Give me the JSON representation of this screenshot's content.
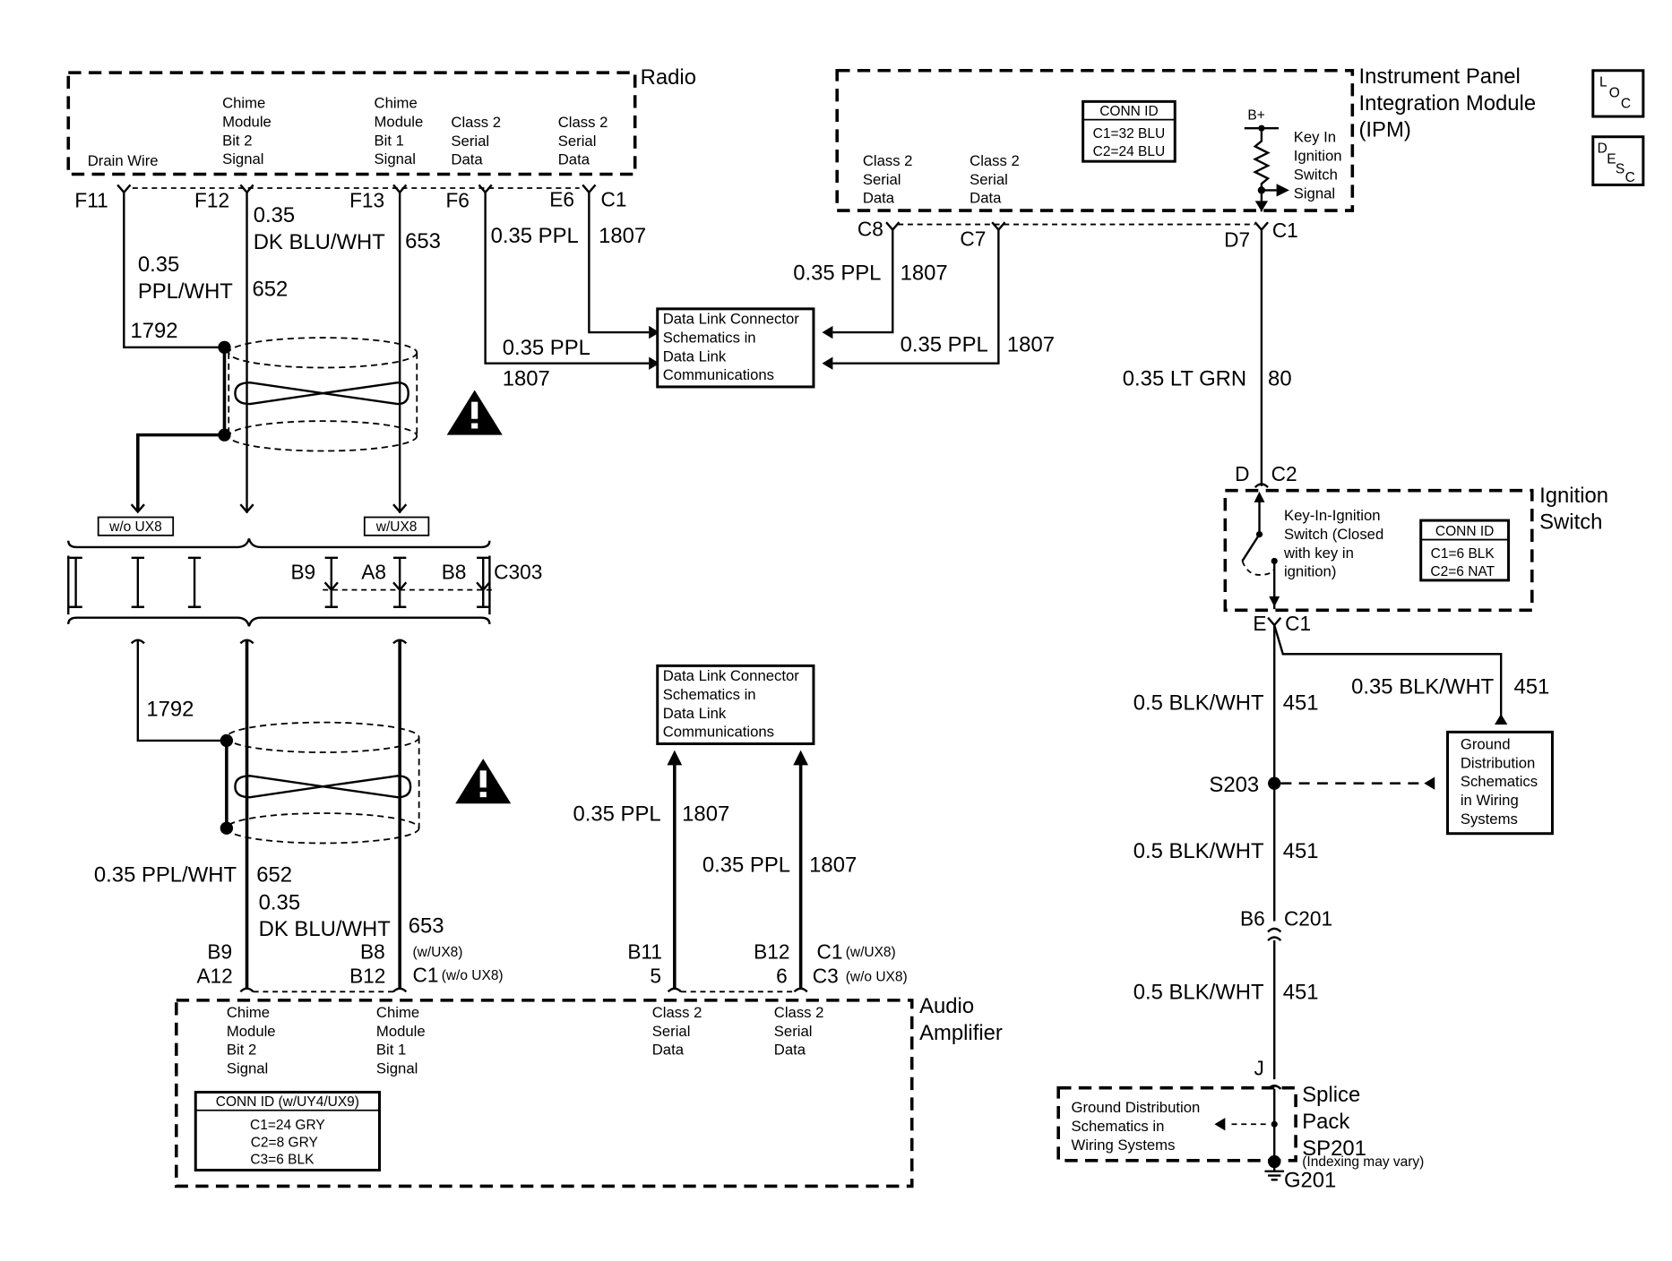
{
  "components": {
    "radio": {
      "title": "Radio",
      "pins": [
        "Drain Wire",
        "Chime\nModule\nBit 2\nSignal",
        "Chime\nModule\nBit 1\nSignal",
        "Class 2\nSerial\nData",
        "Class 2\nSerial\nData"
      ]
    },
    "ipm": {
      "title": "Instrument Panel\nIntegration Module\n(IPM)",
      "pins": [
        "Class 2\nSerial\nData",
        "Class 2\nSerial\nData"
      ],
      "conn_id_header": "CONN ID",
      "conn_id": [
        "C1=32 BLU",
        "C2=24 BLU"
      ],
      "bplus": "B+",
      "key_signal": "Key In\nIgnition\nSwitch\nSignal"
    },
    "ignition": {
      "title": "Ignition\nSwitch",
      "switch_desc": "Key-In-Ignition\nSwitch (Closed\nwith key in\nignition)",
      "conn_id_header": "CONN ID",
      "conn_id": [
        "C1=6 BLK",
        "C2=6 NAT"
      ]
    },
    "amplifier": {
      "title": "Audio\nAmplifier",
      "pins": [
        "Chime\nModule\nBit 2\nSignal",
        "Chime\nModule\nBit 1\nSignal",
        "Class 2\nSerial\nData",
        "Class 2\nSerial\nData"
      ],
      "conn_id_header": "CONN ID  (w/UY4/UX9)",
      "conn_id": [
        "C1=24 GRY",
        "C2=8 GRY",
        "C3=6 BLK"
      ]
    },
    "splice": {
      "title": "Splice\nPack\nSP201",
      "note": "(Indexing may vary)",
      "ground_ref": "Ground Distribution\nSchematics in\nWiring Systems",
      "ground": "G201"
    }
  },
  "ref_boxes": {
    "dlc_top": "Data Link Connector\nSchematics in\nData Link\nCommunications",
    "dlc_bottom": "Data Link Connector\nSchematics in\nData Link\nCommunications",
    "ground_dist": "Ground\nDistribution\nSchematics\nin Wiring\nSystems"
  },
  "nav_icons": [
    "LOC",
    "DESC"
  ],
  "options": {
    "wo_ux8": "w/o UX8",
    "w_ux8": "w/UX8"
  },
  "labels": {
    "F11": "F11",
    "F12": "F12",
    "F13": "F13",
    "F6": "F6",
    "E6": "E6",
    "C1_radio": "C1",
    "r_ppl_wht_1": "0.35\nPPL/WHT",
    "r_652": "652",
    "r_1792": "1792",
    "r_dkblu_1": "0.35\nDK BLU/WHT",
    "r_653": "653",
    "r_ppl_e6": "0.35 PPL",
    "r_1807_e6": "1807",
    "r_ppl_f6": "0.35 PPL",
    "r_1807_f6": "1807",
    "C8": "C8",
    "C7": "C7",
    "D7": "D7",
    "C1_ipm": "C1",
    "ipm_ppl_c8": "0.35 PPL",
    "ipm_1807_c8": "1807",
    "ipm_ppl_c7": "0.35 PPL",
    "ipm_1807_c7": "1807",
    "lt_grn": "0.35 LT GRN",
    "w80": "80",
    "D_c2": "D",
    "C2": "C2",
    "E_c1": "E",
    "C1_ign": "C1",
    "blk_wht_1": "0.5 BLK/WHT",
    "w451_1": "451",
    "blk_wht_branch": "0.35 BLK/WHT",
    "w451_branch": "451",
    "S203": "S203",
    "blk_wht_2": "0.5 BLK/WHT",
    "w451_2": "451",
    "B6": "B6",
    "C201": "C201",
    "blk_wht_3": "0.5 BLK/WHT",
    "w451_3": "451",
    "J": "J",
    "B9_c303": "B9",
    "A8_c303": "A8",
    "B8_c303": "B8",
    "C303": "C303",
    "l_1792": "1792",
    "l_ppl_wht": "0.35 PPL/WHT",
    "l_652": "652",
    "l_dkblu": "0.35\nDK BLU/WHT",
    "l_653": "653",
    "B9_amp": "B9",
    "A12_amp": "A12",
    "B8_amp": "B8",
    "B12_amp": "B12",
    "c1_w_ux8_amp": "(w/UX8)",
    "C1_amp": "C1",
    "c1_wo_ux8_amp": "(w/o UX8)",
    "B11": "B11",
    "pin5": "5",
    "B12_amp2": "B12",
    "pin6": "6",
    "C1_amp2": "C1",
    "w_ux8_amp2": "(w/UX8)",
    "C3_amp": "C3",
    "wo_ux8_amp2": "(w/o UX8)",
    "amp_ppl_1": "0.35 PPL",
    "amp_1807_1": "1807",
    "amp_ppl_2": "0.35 PPL",
    "amp_1807_2": "1807"
  }
}
